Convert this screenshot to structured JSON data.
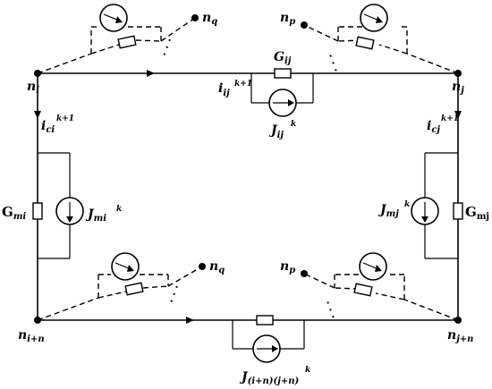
{
  "nodes": {
    "ni": "n",
    "ni_sub": "i",
    "nj": "n",
    "nj_sub": "j",
    "nin": "n",
    "nin_sub": "i+n",
    "njn": "n",
    "njn_sub": "j+n",
    "nq_top": "n",
    "nq_top_sub": "q",
    "np_top": "n",
    "np_top_sub": "p",
    "nq_bot": "n",
    "nq_bot_sub": "q",
    "np_bot": "n",
    "np_bot_sub": "p"
  },
  "labels": {
    "gij": "G",
    "gij_sub": "ij",
    "iij": "i",
    "iij_sub": "ij",
    "iij_sup": "k+1",
    "jij": "J",
    "jij_sub": "ij",
    "jij_sup": "k",
    "ici": "i",
    "ici_sub": "ci",
    "ici_sup": "k+1",
    "icj": "i",
    "icj_sub": "cj",
    "icj_sup": "k+1",
    "gmi": "G",
    "gmi_sub": "mi",
    "jmi": "J",
    "jmi_sub": "mi",
    "jmi_sup": "k",
    "jmj": "J",
    "jmj_sub": "mj",
    "jmj_sup": "k",
    "gmj": "G",
    "gmj_sub": "mj",
    "jbot": "J",
    "jbot_sub": "(i+n)(j+n)",
    "jbot_sup": "k",
    "dots": "· · ·"
  }
}
